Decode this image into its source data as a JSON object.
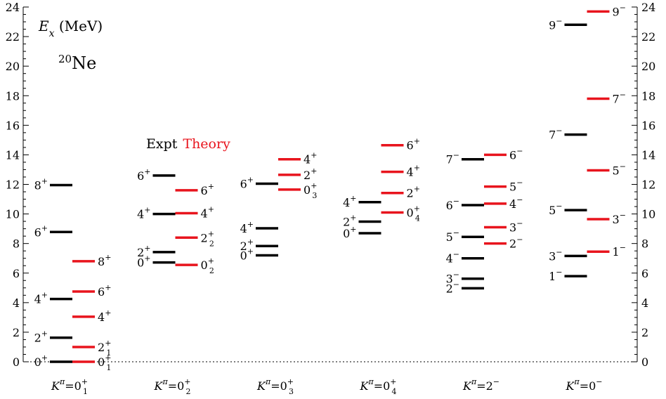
{
  "chart_data": {
    "type": "level-scheme",
    "ylim": [
      0,
      24
    ],
    "ytick_step": 2,
    "minor_tick_step": 0.5,
    "ylabel_symbol": "E",
    "ylabel_sub": "x",
    "ylabel_unit": " (MeV)",
    "nucleus_mass": "20",
    "nucleus_symbol": "Ne",
    "legend": [
      {
        "name": "Expt",
        "color": "#000000"
      },
      {
        "name": "Theory",
        "color": "#e8141d"
      }
    ],
    "colors": {
      "expt": "#000000",
      "theory": "#e8141d"
    },
    "ground_line": "dotted",
    "bands": [
      {
        "label_base": "K",
        "label_sup": "π",
        "label_val": "=0",
        "label_val_sup": "+",
        "label_val_sub": "1",
        "expt": [
          {
            "E": 0.0,
            "J": "0",
            "P": "+",
            "sub": ""
          },
          {
            "E": 1.63,
            "J": "2",
            "P": "+",
            "sub": ""
          },
          {
            "E": 4.25,
            "J": "4",
            "P": "+",
            "sub": ""
          },
          {
            "E": 8.78,
            "J": "6",
            "P": "+",
            "sub": ""
          },
          {
            "E": 11.95,
            "J": "8",
            "P": "+",
            "sub": ""
          }
        ],
        "theory": [
          {
            "E": 0.0,
            "J": "0",
            "P": "+",
            "sub": "1"
          },
          {
            "E": 1.0,
            "J": "2",
            "P": "+",
            "sub": "1"
          },
          {
            "E": 3.05,
            "J": "4",
            "P": "+",
            "sub": ""
          },
          {
            "E": 4.75,
            "J": "6",
            "P": "+",
            "sub": ""
          },
          {
            "E": 6.8,
            "J": "8",
            "P": "+",
            "sub": ""
          }
        ]
      },
      {
        "label_base": "K",
        "label_sup": "π",
        "label_val": "=0",
        "label_val_sup": "+",
        "label_val_sub": "2",
        "expt": [
          {
            "E": 6.72,
            "J": "0",
            "P": "+",
            "sub": ""
          },
          {
            "E": 7.42,
            "J": "2",
            "P": "+",
            "sub": ""
          },
          {
            "E": 10.0,
            "J": "4",
            "P": "+",
            "sub": ""
          },
          {
            "E": 12.6,
            "J": "6",
            "P": "+",
            "sub": ""
          }
        ],
        "theory": [
          {
            "E": 6.55,
            "J": "0",
            "P": "+",
            "sub": "2"
          },
          {
            "E": 8.4,
            "J": "2",
            "P": "+",
            "sub": "2"
          },
          {
            "E": 10.05,
            "J": "4",
            "P": "+",
            "sub": ""
          },
          {
            "E": 11.6,
            "J": "6",
            "P": "+",
            "sub": ""
          }
        ]
      },
      {
        "label_base": "K",
        "label_sup": "π",
        "label_val": "=0",
        "label_val_sup": "+",
        "label_val_sub": "3",
        "expt": [
          {
            "E": 7.2,
            "J": "0",
            "P": "+",
            "sub": ""
          },
          {
            "E": 7.83,
            "J": "2",
            "P": "+",
            "sub": ""
          },
          {
            "E": 9.03,
            "J": "4",
            "P": "+",
            "sub": ""
          },
          {
            "E": 12.05,
            "J": "6",
            "P": "+",
            "sub": ""
          }
        ],
        "theory": [
          {
            "E": 11.65,
            "J": "0",
            "P": "+",
            "sub": "3"
          },
          {
            "E": 12.65,
            "J": "2",
            "P": "+",
            "sub": ""
          },
          {
            "E": 13.7,
            "J": "4",
            "P": "+",
            "sub": ""
          }
        ]
      },
      {
        "label_base": "K",
        "label_sup": "π",
        "label_val": "=0",
        "label_val_sup": "+",
        "label_val_sub": "4",
        "expt": [
          {
            "E": 8.7,
            "J": "0",
            "P": "+",
            "sub": ""
          },
          {
            "E": 9.48,
            "J": "2",
            "P": "+",
            "sub": ""
          },
          {
            "E": 10.8,
            "J": "4",
            "P": "+",
            "sub": ""
          }
        ],
        "theory": [
          {
            "E": 10.1,
            "J": "0",
            "P": "+",
            "sub": "4"
          },
          {
            "E": 11.42,
            "J": "2",
            "P": "+",
            "sub": ""
          },
          {
            "E": 12.85,
            "J": "4",
            "P": "+",
            "sub": ""
          },
          {
            "E": 14.65,
            "J": "6",
            "P": "+",
            "sub": ""
          }
        ]
      },
      {
        "label_base": "K",
        "label_sup": "π",
        "label_val": "=2",
        "label_val_sup": "−",
        "label_val_sub": "",
        "expt": [
          {
            "E": 4.97,
            "J": "2",
            "P": "−",
            "sub": ""
          },
          {
            "E": 5.62,
            "J": "3",
            "P": "−",
            "sub": ""
          },
          {
            "E": 7.0,
            "J": "4",
            "P": "−",
            "sub": ""
          },
          {
            "E": 8.45,
            "J": "5",
            "P": "−",
            "sub": ""
          },
          {
            "E": 10.6,
            "J": "6",
            "P": "−",
            "sub": ""
          },
          {
            "E": 13.7,
            "J": "7",
            "P": "−",
            "sub": ""
          }
        ],
        "theory": [
          {
            "E": 8.0,
            "J": "2",
            "P": "−",
            "sub": ""
          },
          {
            "E": 9.1,
            "J": "3",
            "P": "−",
            "sub": ""
          },
          {
            "E": 10.7,
            "J": "4",
            "P": "−",
            "sub": ""
          },
          {
            "E": 11.85,
            "J": "5",
            "P": "−",
            "sub": ""
          },
          {
            "E": 14.0,
            "J": "6",
            "P": "−",
            "sub": ""
          }
        ]
      },
      {
        "label_base": "K",
        "label_sup": "π",
        "label_val": "=0",
        "label_val_sup": "−",
        "label_val_sub": "",
        "expt": [
          {
            "E": 5.79,
            "J": "1",
            "P": "−",
            "sub": ""
          },
          {
            "E": 7.16,
            "J": "3",
            "P": "−",
            "sub": ""
          },
          {
            "E": 10.26,
            "J": "5",
            "P": "−",
            "sub": ""
          },
          {
            "E": 15.37,
            "J": "7",
            "P": "−",
            "sub": ""
          },
          {
            "E": 22.8,
            "J": "9",
            "P": "−",
            "sub": ""
          }
        ],
        "theory": [
          {
            "E": 7.45,
            "J": "1",
            "P": "−",
            "sub": ""
          },
          {
            "E": 9.65,
            "J": "3",
            "P": "−",
            "sub": ""
          },
          {
            "E": 12.95,
            "J": "5",
            "P": "−",
            "sub": ""
          },
          {
            "E": 17.8,
            "J": "7",
            "P": "−",
            "sub": ""
          },
          {
            "E": 23.7,
            "J": "9",
            "P": "−",
            "sub": ""
          }
        ]
      }
    ]
  }
}
